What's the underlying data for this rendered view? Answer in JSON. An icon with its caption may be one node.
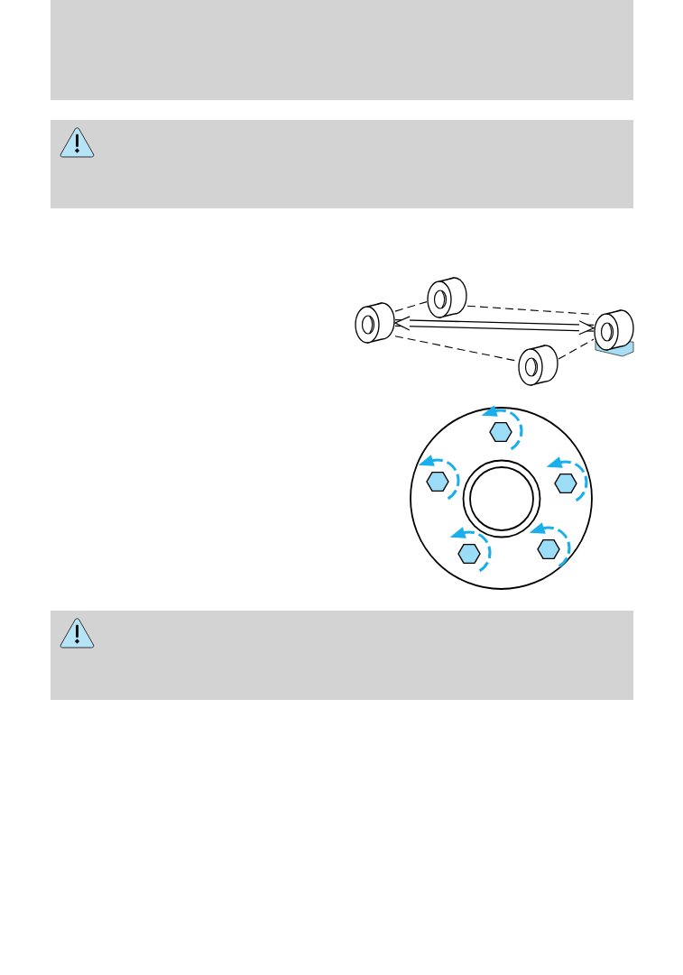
{
  "diagram": {
    "nodes": [
      {
        "text": [],
        "shape": "picture"
      },
      {
        "text": [],
        "shape": "picture"
      },
      {
        "text": [],
        "shape": "picture"
      },
      {
        "text": [],
        "shape": "picture"
      }
    ],
    "edges": [
      {
        "from": 1,
        "to": 0,
        "arrow": "none",
        "style": "dashed"
      },
      {
        "from": 0,
        "to": 2,
        "arrow": "none",
        "style": "dashed"
      },
      {
        "from": 1,
        "to": 3,
        "arrow": "none",
        "style": "dashed"
      },
      {
        "from": 3,
        "to": 2,
        "arrow": "none",
        "style": "dashed"
      },
      {
        "from": 1,
        "to": 2,
        "arrow": "both",
        "style": "thick"
      }
    ]
  }
}
